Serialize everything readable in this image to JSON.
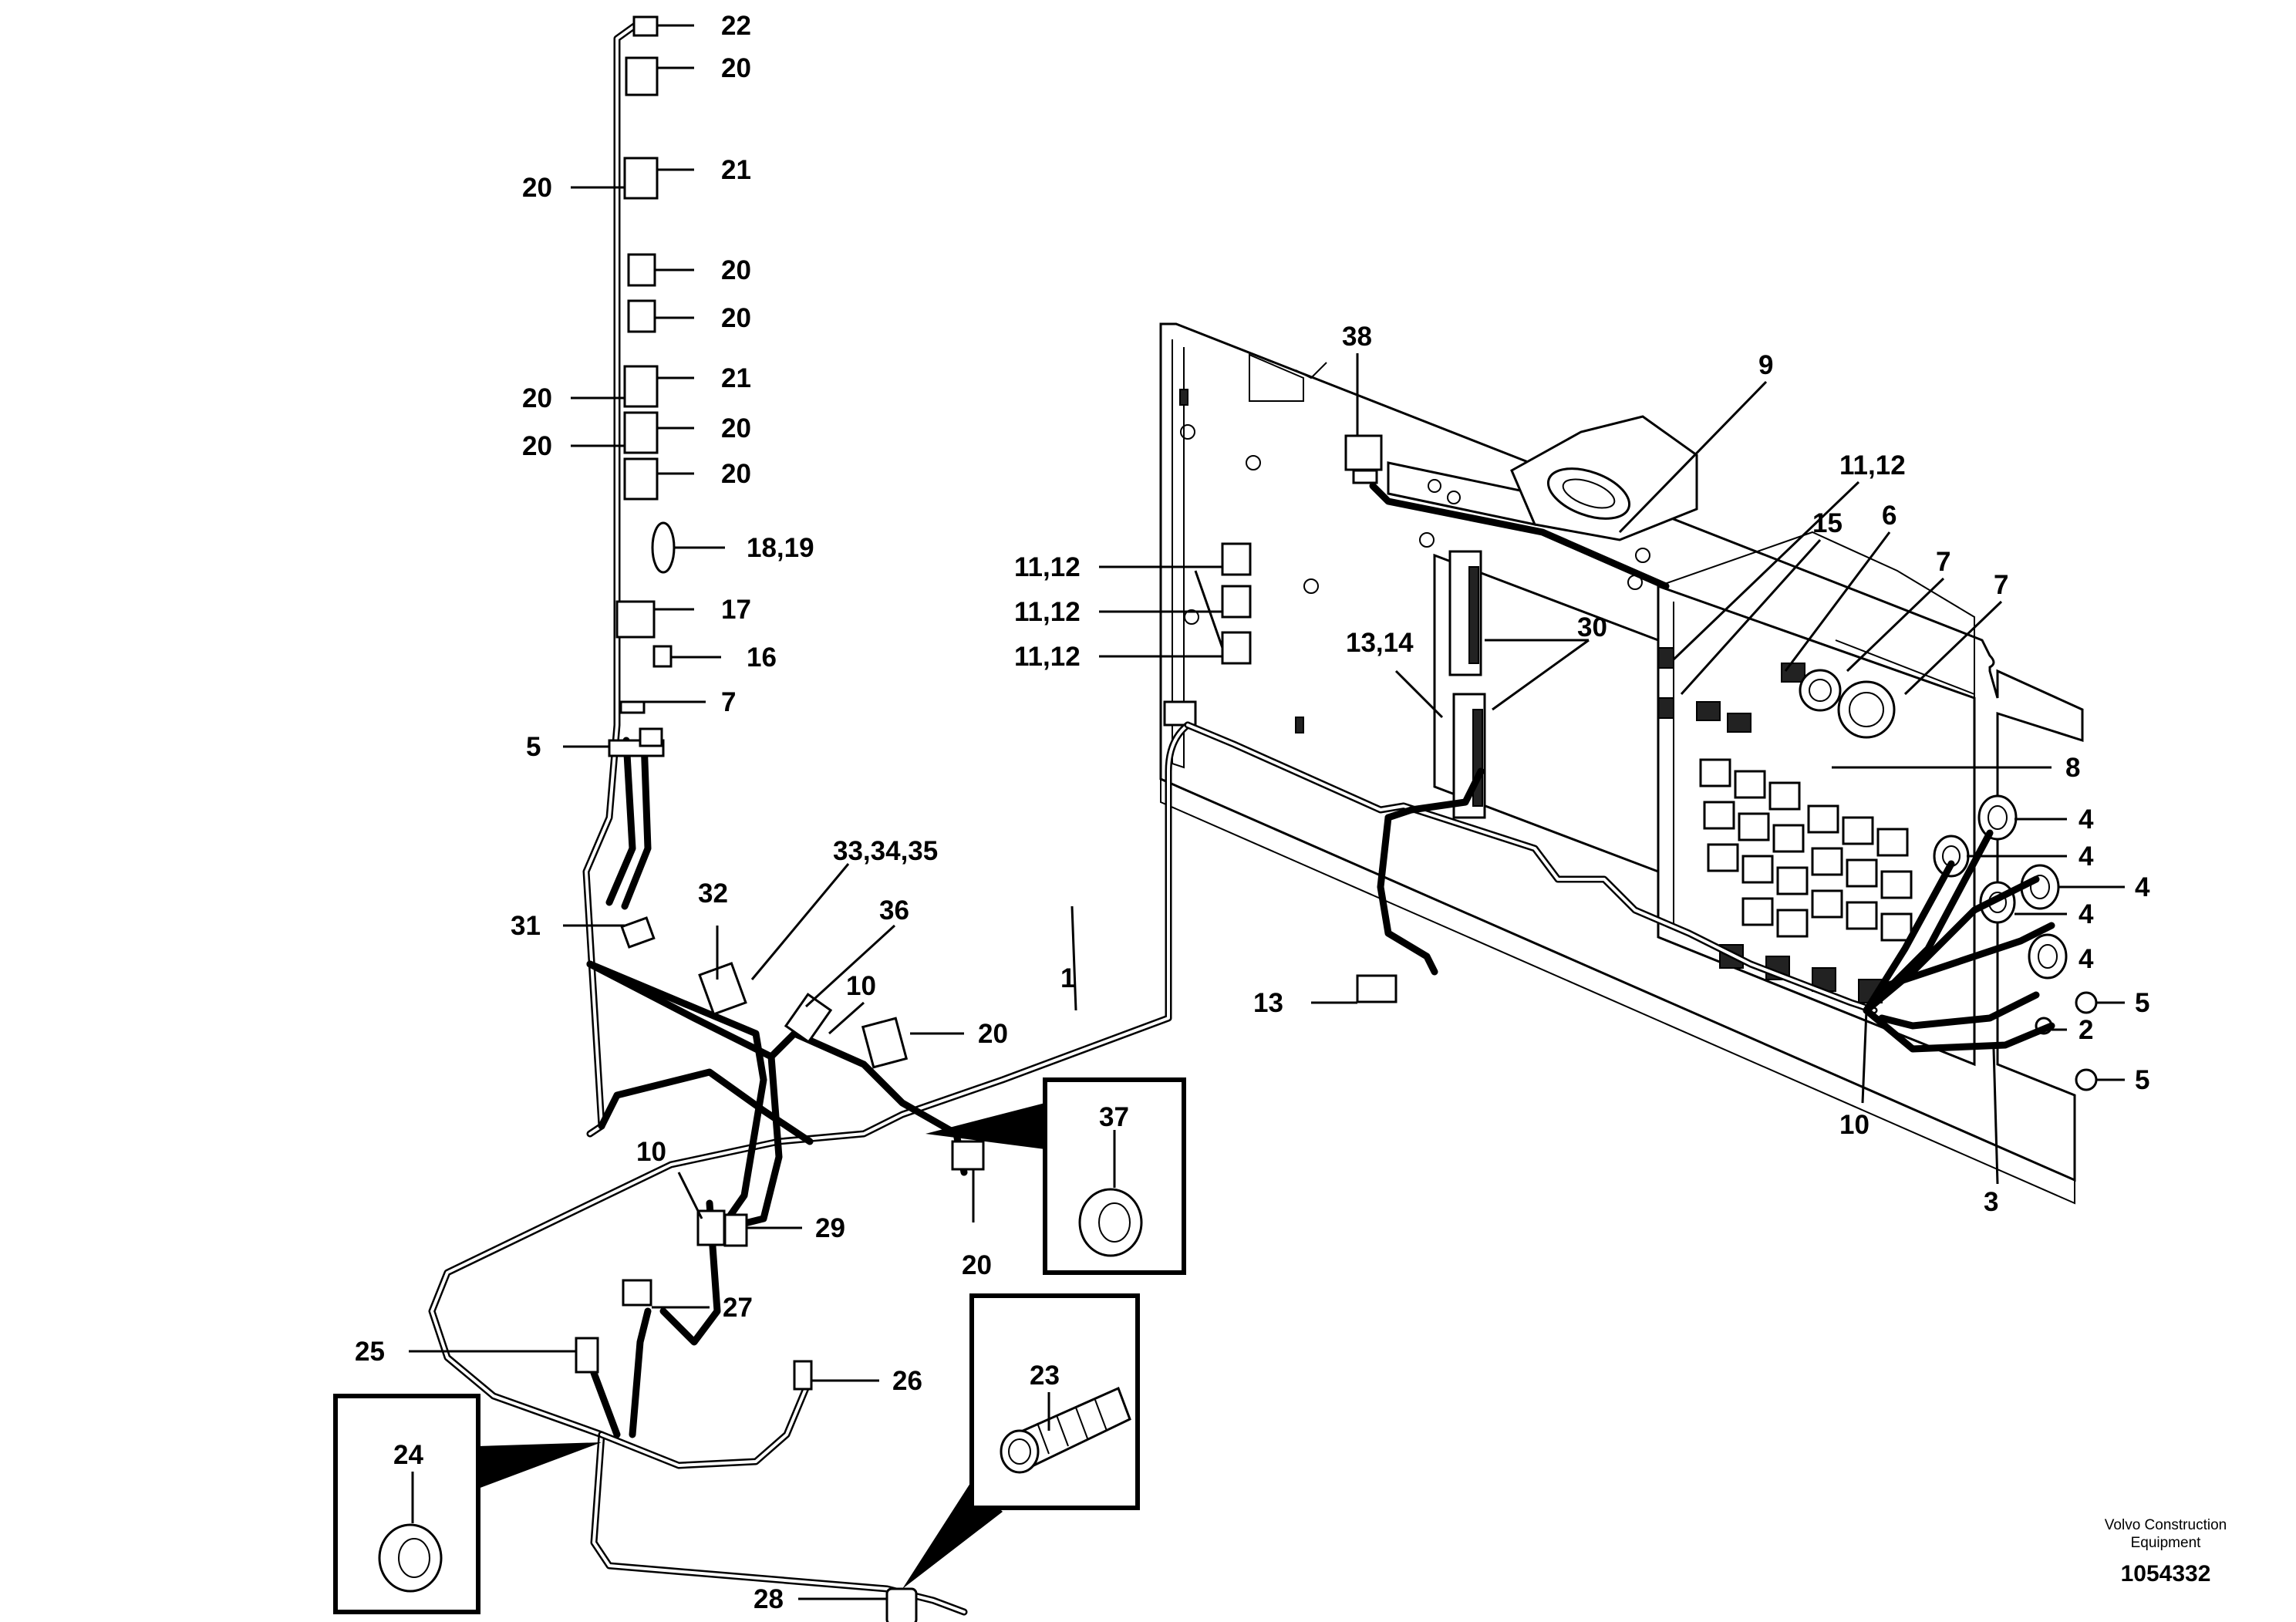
{
  "callouts": {
    "c22": "22",
    "c20a": "20",
    "c21a": "21",
    "c20b": "20",
    "c20c": "20",
    "c20d": "20",
    "c21b": "21",
    "c20e": "20",
    "c20f": "20",
    "c20g": "20",
    "c20h": "20",
    "c18_19": "18,19",
    "c17": "17",
    "c16": "16",
    "c7a": "7",
    "c5a": "5",
    "c31": "31",
    "c32": "32",
    "c33_34_35": "33,34,35",
    "c36": "36",
    "c10a": "10",
    "c20i": "20",
    "c1": "1",
    "c37": "37",
    "c20j": "20",
    "c10b": "10",
    "c29": "29",
    "c27": "27",
    "c25": "25",
    "c26": "26",
    "c23": "23",
    "c24": "24",
    "c28": "28",
    "c38": "38",
    "c9": "9",
    "c11_12a": "11,12",
    "c11_12b": "11,12",
    "c11_12c": "11,12",
    "c11_12d": "11,12",
    "c15": "15",
    "c6": "6",
    "c7b": "7",
    "c7c": "7",
    "c13_14": "13,14",
    "c30": "30",
    "c8": "8",
    "c4a": "4",
    "c4b": "4",
    "c4c": "4",
    "c4d": "4",
    "c4e": "4",
    "c5b": "5",
    "c2": "2",
    "c5c": "5",
    "c3": "3",
    "c10c": "10",
    "c13": "13"
  },
  "caption": {
    "company_line1": "Volvo Construction",
    "company_line2": "Equipment",
    "doc_number": "1054332"
  },
  "colors": {
    "ink": "#000000",
    "paper": "#ffffff"
  },
  "icons": [
    "connector-icon",
    "grommet-icon",
    "convoluted-tube-icon",
    "fuse-relay-panel-icon"
  ]
}
